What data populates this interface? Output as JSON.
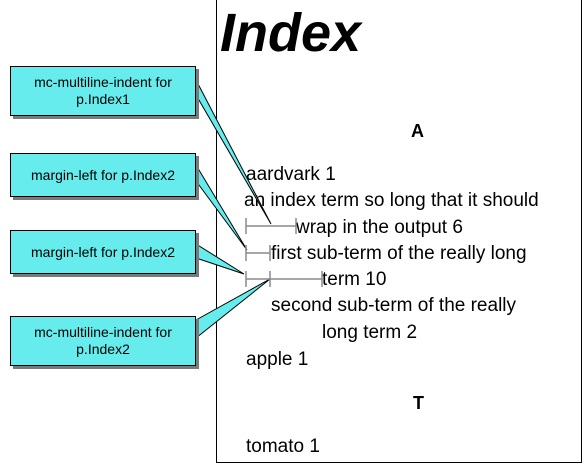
{
  "page": {
    "title": "Index",
    "sections": [
      {
        "letter": "A",
        "lines": [
          "aardvark  1",
          "an index term so long that it should",
          "wrap in the output  6",
          "first sub-term of the really long",
          "term  10",
          "second sub-term of the really",
          "long term  2",
          "apple  1"
        ]
      },
      {
        "letter": "T",
        "lines": [
          "tomato  1"
        ]
      }
    ]
  },
  "callouts": [
    {
      "text": "mc-multiline-indent for p.Index1"
    },
    {
      "text": "margin-left for p.Index2"
    },
    {
      "text": "margin-left for p.Index2"
    },
    {
      "text": "mc-multiline-indent for p.Index2"
    }
  ],
  "colors": {
    "callout_fill": "#66ecec",
    "callout_border": "#000000",
    "callout_shadow": "#7a7a7a",
    "ruler": "#8a8a8a"
  }
}
